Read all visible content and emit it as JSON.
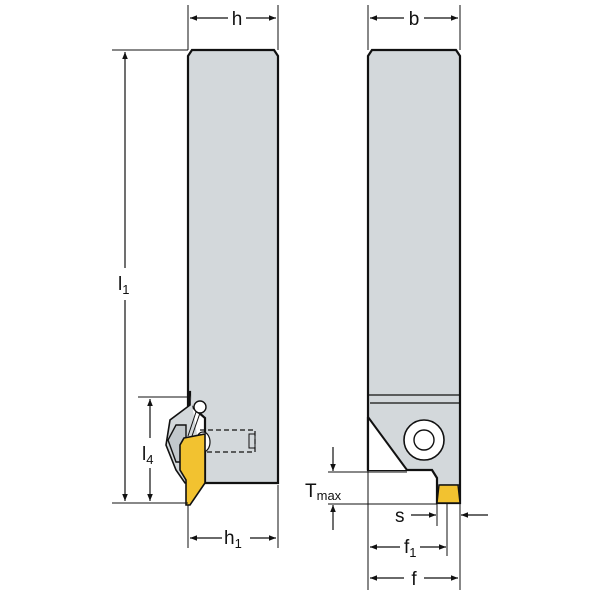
{
  "labels": {
    "h": "h",
    "b": "b",
    "l1_main": "l",
    "l1_sub": "1",
    "l4_main": "l",
    "l4_sub": "4",
    "h1_main": "h",
    "h1_sub": "1",
    "tmax_main": "T",
    "tmax_sub": "max",
    "s": "s",
    "f1_main": "f",
    "f1_sub": "1",
    "f": "f"
  },
  "colors": {
    "body": "#d3d8db",
    "insert": "#f2c230",
    "line": "#111111"
  }
}
